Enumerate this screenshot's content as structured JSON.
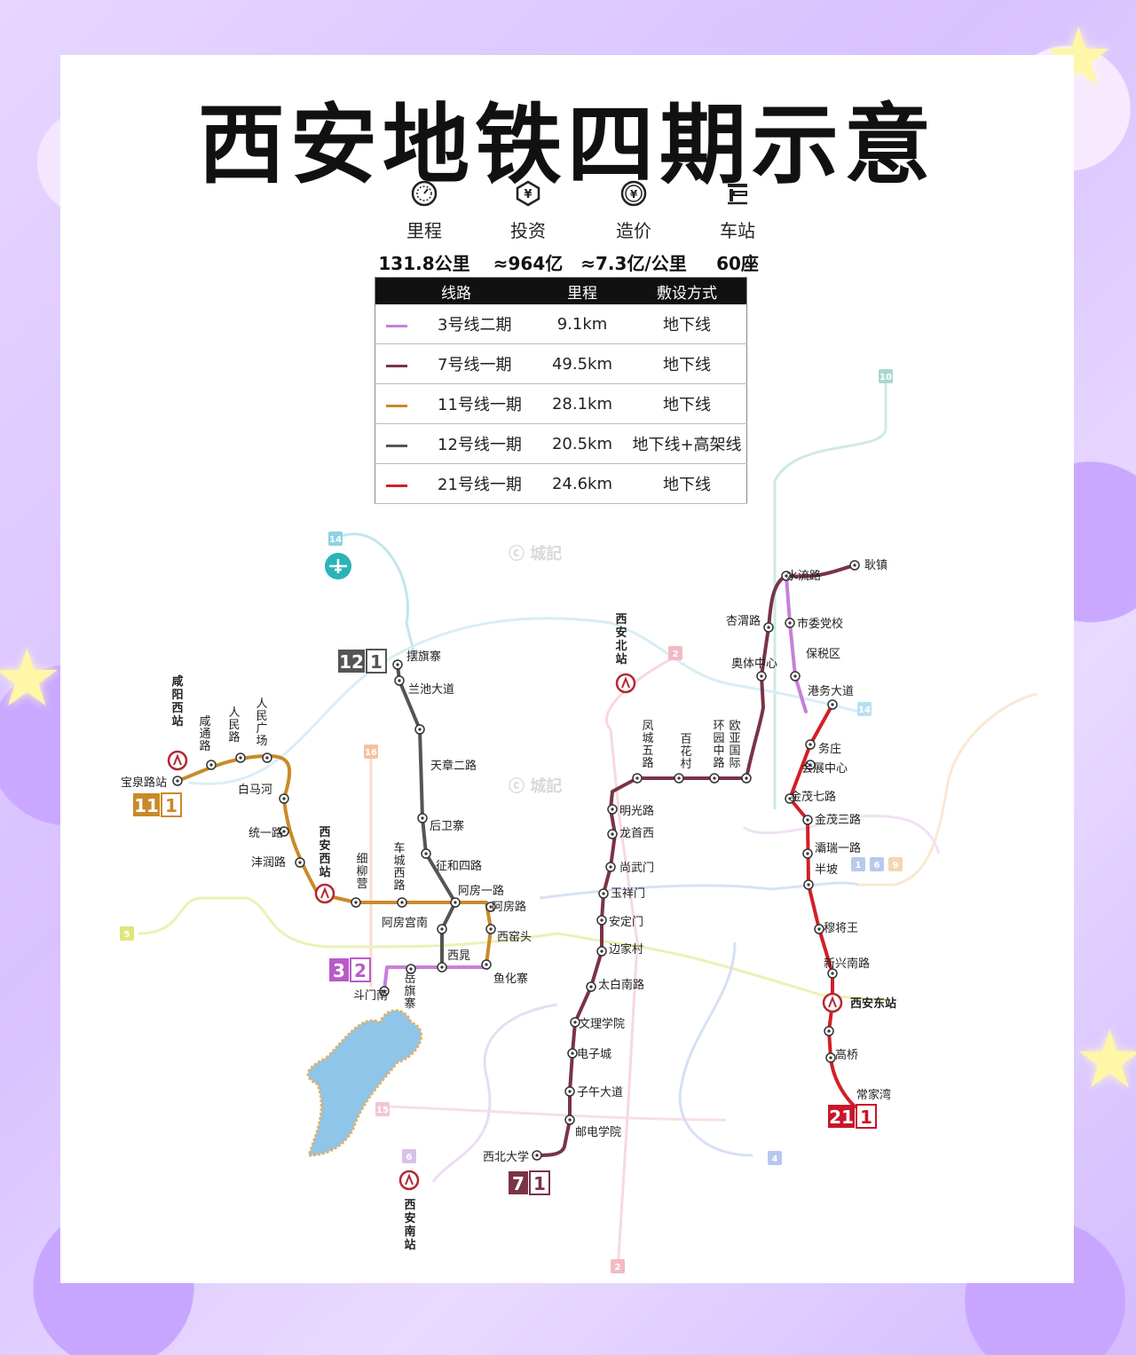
{
  "title": "西安地铁四期示意",
  "stats": [
    {
      "icon": "clock-icon",
      "label": "里程",
      "value": "131.8公里"
    },
    {
      "icon": "yen-shield-icon",
      "label": "投资",
      "value": "≈964亿"
    },
    {
      "icon": "yen-coin-icon",
      "label": "造价",
      "value": "≈7.3亿/公里"
    },
    {
      "icon": "bus-icon",
      "label": "车站",
      "value": "60座"
    }
  ],
  "table": {
    "headers": [
      "线路",
      "里程",
      "敷设方式"
    ],
    "rows": [
      {
        "color": "#c77fd8",
        "line": "3号线二期",
        "length": "9.1km",
        "type": "地下线"
      },
      {
        "color": "#7a3346",
        "line": "7号线一期",
        "length": "49.5km",
        "type": "地下线"
      },
      {
        "color": "#c98a28",
        "line": "11号线一期",
        "length": "28.1km",
        "type": "地下线"
      },
      {
        "color": "#555555",
        "line": "12号线一期",
        "length": "20.5km",
        "type": "地下线+高架线"
      },
      {
        "color": "#d21f26",
        "line": "21号线一期",
        "length": "24.6km",
        "type": "地下线"
      }
    ]
  },
  "watermark": "城記",
  "badges": {
    "l12": [
      "12",
      "1"
    ],
    "l11": [
      "11",
      "1"
    ],
    "l3": [
      "3",
      "2"
    ],
    "l7": [
      "7",
      "1"
    ],
    "l21": [
      "21",
      "1"
    ]
  },
  "bg_line_labels": [
    "10",
    "14",
    "2",
    "14",
    "16",
    "5",
    "15",
    "6",
    "4",
    "2",
    "1",
    "6",
    "9"
  ],
  "railway_stations": {
    "xianyang_west": "咸阳西站",
    "xian_north": "西安北站",
    "xian_west": "西安西站",
    "xian_east": "西安东站",
    "xian_south": "西安南站"
  },
  "stations": {
    "l12": [
      "摆旗寨",
      "兰池大道",
      "天章二路",
      "后卫寨",
      "征和四路",
      "阿房一路",
      "阿房宫南",
      "西晁"
    ],
    "l11": [
      "宝泉路站",
      "咸通路",
      "人民路",
      "人民广场",
      "白马河",
      "统一路",
      "沣润路",
      "细柳营",
      "车城西路",
      "阿房路",
      "西窑头",
      "鱼化寨"
    ],
    "l3": [
      "斗门南",
      "岳旗寨"
    ],
    "l7": [
      "耿镇",
      "水流路",
      "杏渭路",
      "奥体中心",
      "欧亚国际",
      "环园中路",
      "百花村",
      "凤城五路",
      "明光路",
      "龙首西",
      "尚武门",
      "玉祥门",
      "安定门",
      "边家村",
      "太白南路",
      "文理学院",
      "电子城",
      "子午大道",
      "邮电学院",
      "西北大学"
    ],
    "l3n": [
      "市委党校",
      "保税区"
    ],
    "l21": [
      "港务大道",
      "务庄",
      "会展中心",
      "金茂七路",
      "金茂三路",
      "灞瑞一路",
      "半坡",
      "穆将王",
      "新兴南路",
      "高桥",
      "常家湾"
    ]
  }
}
